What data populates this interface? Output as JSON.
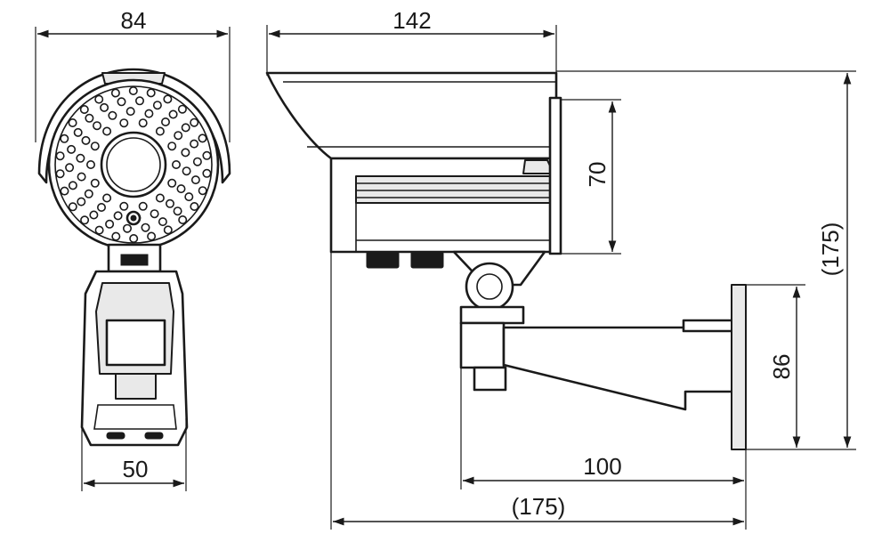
{
  "dimensions": {
    "front_width": "84",
    "front_bracket_width": "50",
    "side_length": "142",
    "side_body_height": "70",
    "total_height": "(175)",
    "bracket_height": "86",
    "bracket_depth": "100",
    "total_depth": "(175)"
  },
  "views": {
    "front": "front-view",
    "side": "side-view"
  }
}
